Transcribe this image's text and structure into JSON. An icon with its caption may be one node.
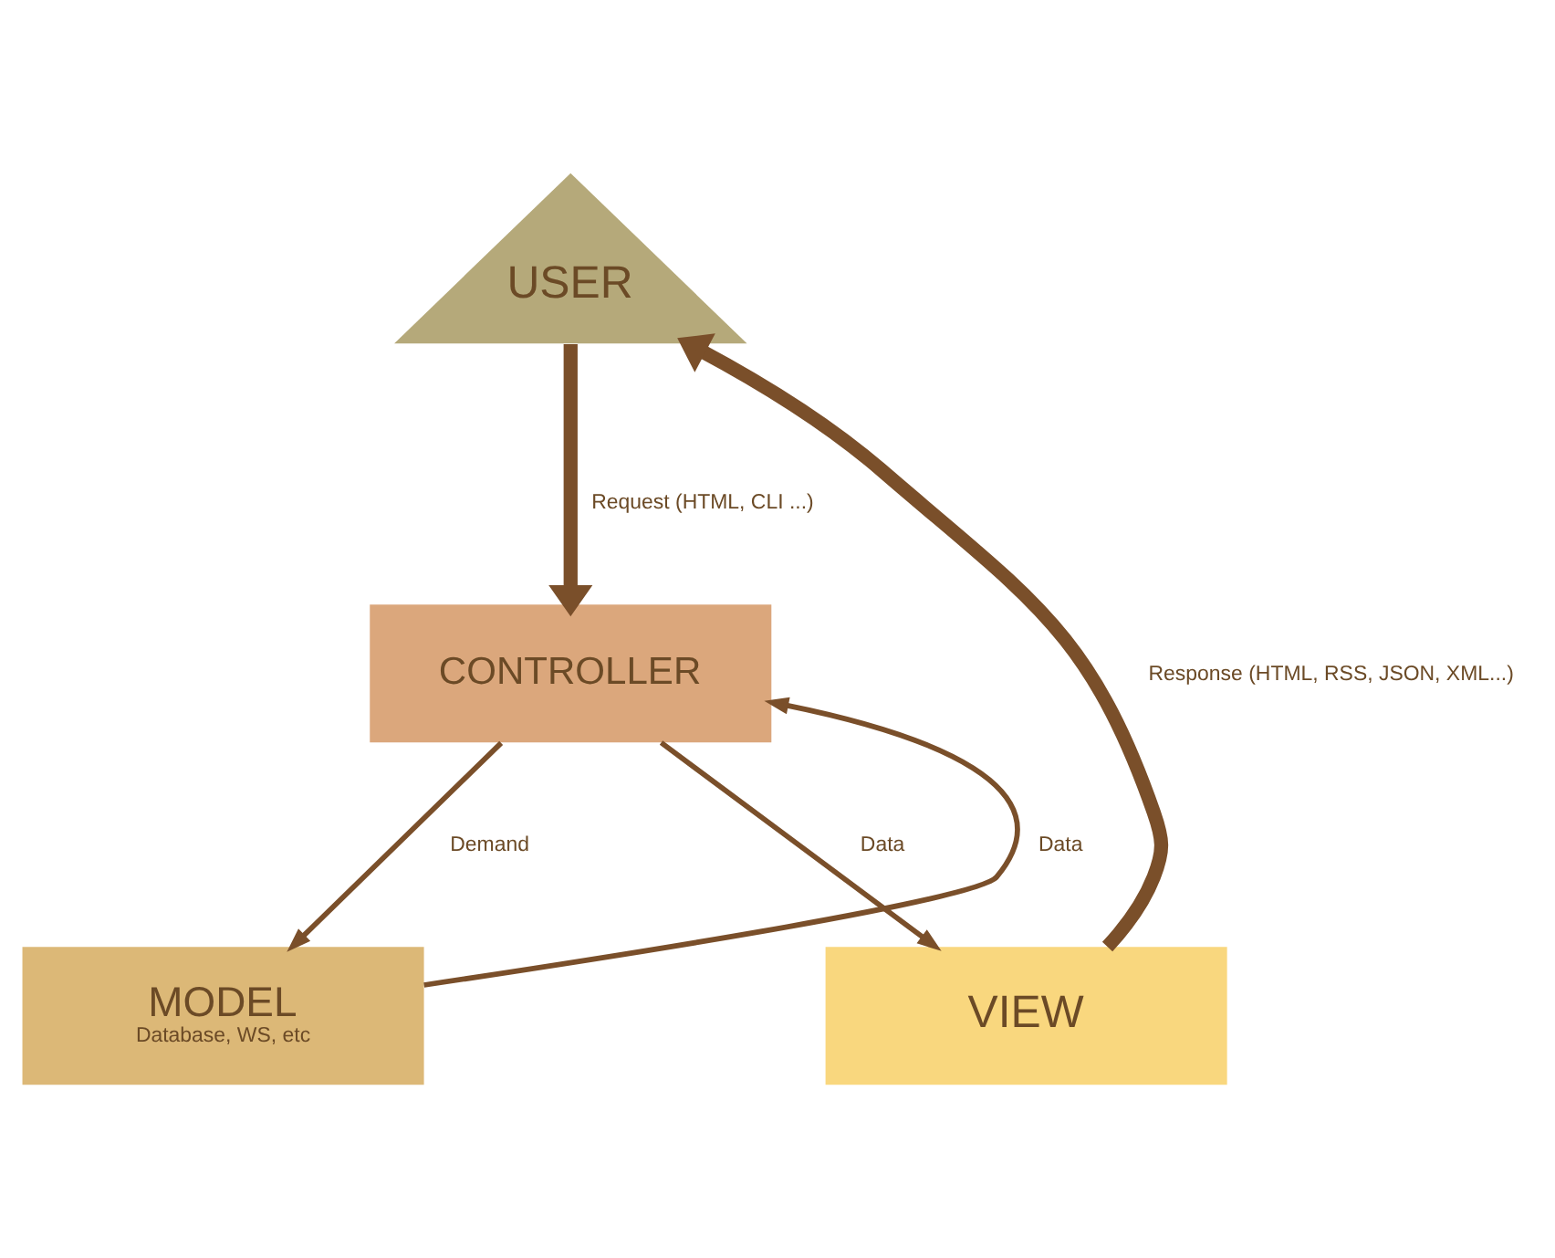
{
  "diagram": {
    "nodes": [
      {
        "text": [
          "USER"
        ]
      },
      {
        "text": [
          "CONTROLLER"
        ]
      },
      {
        "text": [
          "MODEL",
          "Database, WS, etc"
        ]
      },
      {
        "text": [
          "VIEW"
        ]
      }
    ],
    "edges": [
      {
        "from": 0,
        "to": 1,
        "arrow": "to",
        "label": "Request (HTML, CLI ...)",
        "style": "thick"
      },
      {
        "from": 1,
        "to": 2,
        "arrow": "to",
        "label": "Demand"
      },
      {
        "from": 2,
        "to": 1,
        "arrow": "to",
        "label": "Data"
      },
      {
        "from": 1,
        "to": 3,
        "arrow": "to",
        "label": "Data"
      },
      {
        "from": 3,
        "to": 0,
        "arrow": "to",
        "label": "Response (HTML, RSS, JSON, XML...)",
        "style": "thick"
      }
    ]
  }
}
